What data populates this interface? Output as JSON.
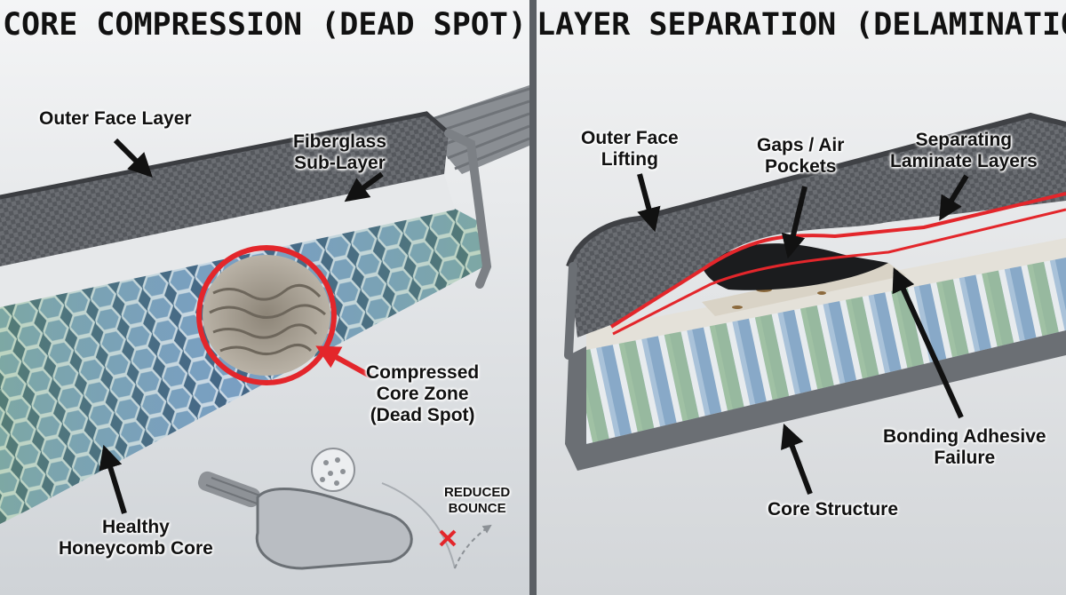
{
  "left_panel": {
    "title": "CORE COMPRESSION (DEAD SPOT)",
    "labels": {
      "outer_face": "Outer Face Layer",
      "fiberglass": "Fiberglass\nSub-Layer",
      "compressed": "Compressed\nCore Zone\n(Dead Spot)",
      "healthy": "Healthy\nHoneycomb Core",
      "reduced": "REDUCED\nBOUNCE"
    }
  },
  "right_panel": {
    "title": "LAYER SEPARATION (DELAMINATION)",
    "labels": {
      "outer_lifting": "Outer Face\nLifting",
      "gaps": "Gaps / Air\nPockets",
      "separating": "Separating\nLaminate Layers",
      "adhesive": "Bonding Adhesive\nFailure",
      "core": "Core Structure"
    }
  },
  "colors": {
    "highlight_red": "#e3262b",
    "carbon_dark": "#4a4d52",
    "honeycomb_blue": "#6d93b8",
    "honeycomb_green": "#8fb07a"
  }
}
